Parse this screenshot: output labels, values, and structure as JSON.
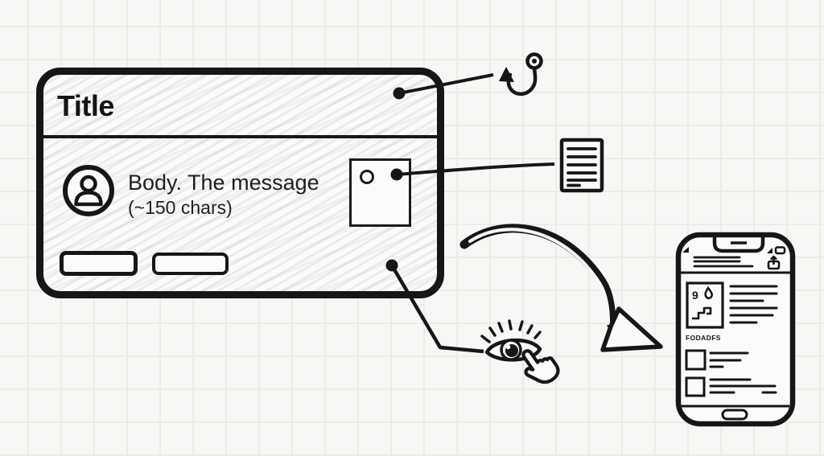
{
  "colors": {
    "ink": "#161616",
    "paper": "#f8f7f5",
    "grid_line": "#ecebe8",
    "card_fill": "#fcfbfa",
    "scribble": "#d9d7d4"
  },
  "notification_card": {
    "title": "Title",
    "body": "Body. The message",
    "char_limit": "(~150 chars)"
  },
  "annotations": {
    "title_callout_icon": "fishhook-icon",
    "image_callout_icon": "document-icon",
    "footer_callout_icon": "eye-with-pointing-hand-icon",
    "delivery_arrow": "curved-arrow-to-phone"
  },
  "phone": {
    "caption": "FODADFS",
    "image_doodle_glyph": "9"
  }
}
